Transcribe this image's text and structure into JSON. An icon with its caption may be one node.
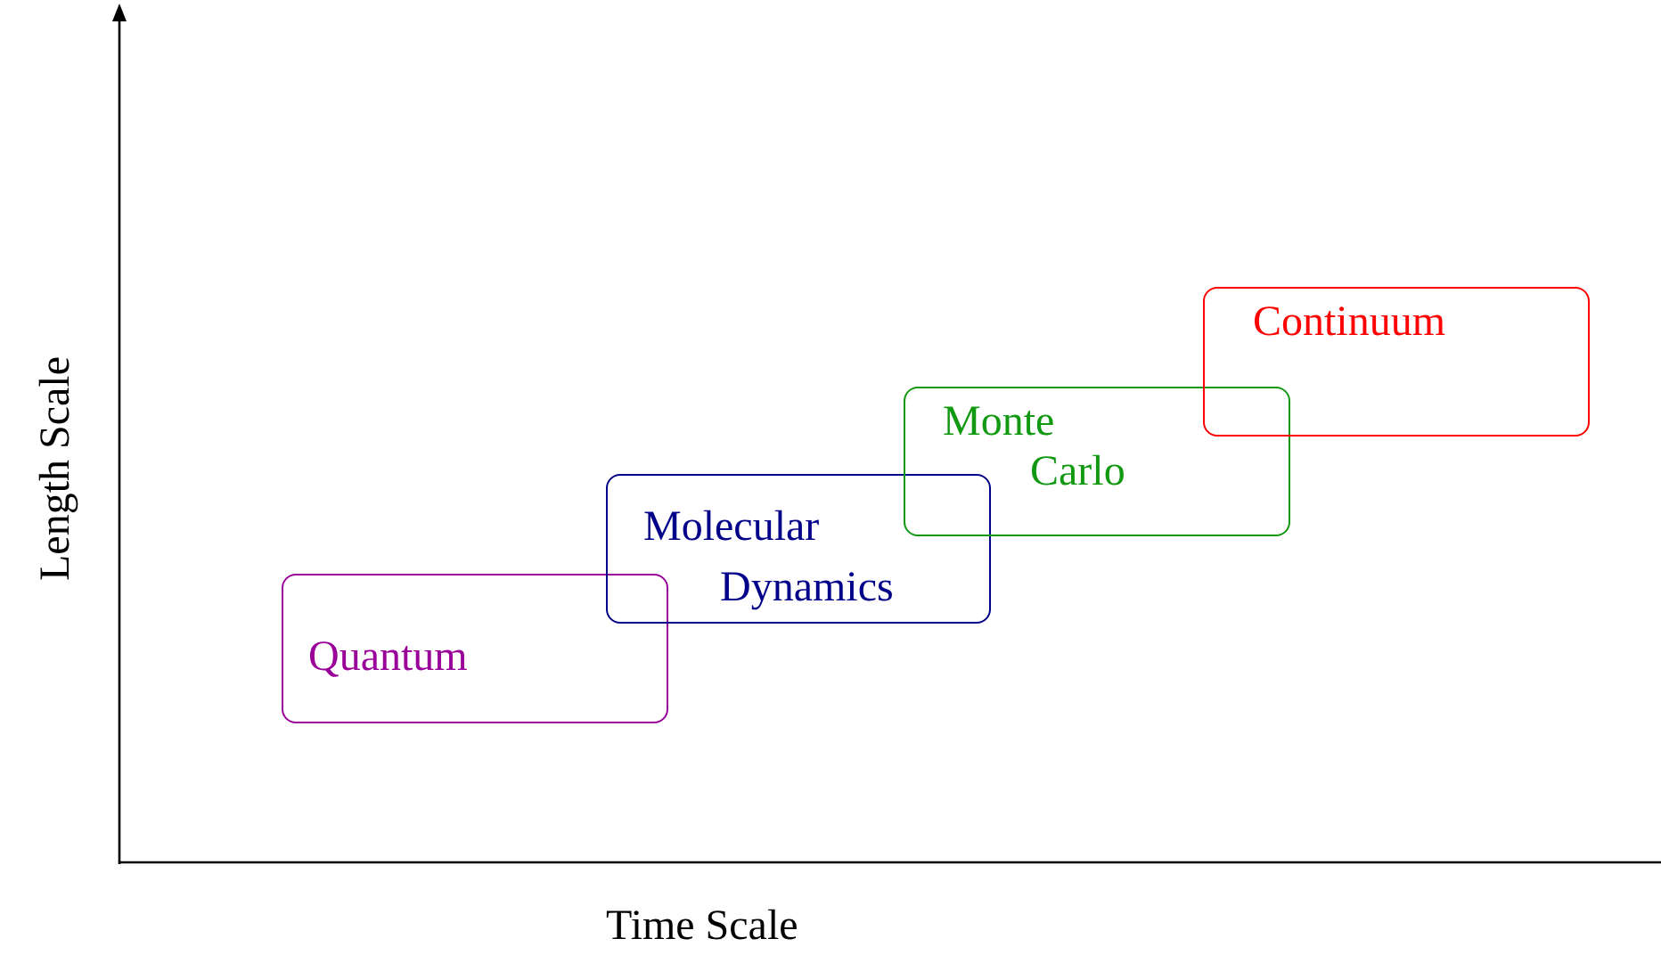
{
  "diagram": {
    "nodes": [
      {
        "text": [
          "Quantum"
        ]
      },
      {
        "text": [
          "Molecular Dynamics"
        ]
      },
      {
        "text": [
          "Monte Carlo"
        ]
      },
      {
        "text": [
          "Continuum"
        ]
      }
    ],
    "edges": [],
    "labels": [
      "Length Scale",
      "Time Scale"
    ]
  }
}
